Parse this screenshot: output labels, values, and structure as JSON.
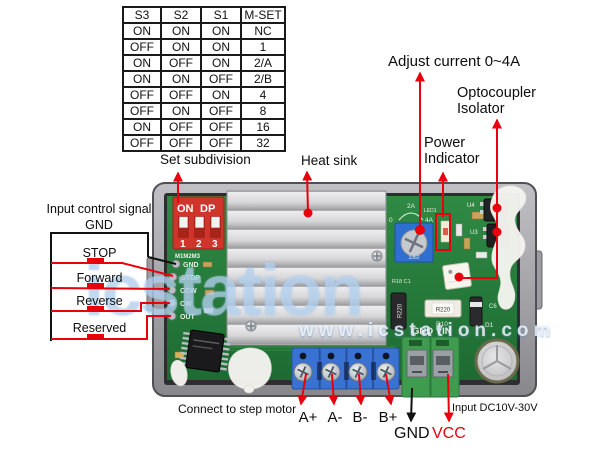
{
  "subdivision_table": {
    "headers": [
      "S3",
      "S2",
      "S1",
      "M-SET"
    ],
    "rows": [
      [
        "ON",
        "ON",
        "ON",
        "NC"
      ],
      [
        "OFF",
        "ON",
        "ON",
        "1"
      ],
      [
        "ON",
        "OFF",
        "ON",
        "2/A"
      ],
      [
        "ON",
        "ON",
        "OFF",
        "2/B"
      ],
      [
        "OFF",
        "OFF",
        "ON",
        "4"
      ],
      [
        "OFF",
        "ON",
        "OFF",
        "8"
      ],
      [
        "ON",
        "OFF",
        "OFF",
        "16"
      ],
      [
        "OFF",
        "OFF",
        "OFF",
        "32"
      ]
    ],
    "caption": "Set subdivision"
  },
  "callouts": {
    "heat_sink": "Heat sink",
    "adjust_current": "Adjust current 0~4A",
    "optocoupler_1": "Optocoupler",
    "optocoupler_2": "Isolator",
    "power_1": "Power",
    "power_2": "Indicator",
    "connect_motor": "Connect to step motor",
    "input_dc": "Input DC10V-30V",
    "gnd": "GND",
    "vcc": "VCC"
  },
  "control_box": {
    "title": "Input control signal",
    "subtitle": "GND",
    "switches": [
      "STOP",
      "Forward",
      "Reverse",
      "Reserved"
    ]
  },
  "motor_terminals": [
    "A+",
    "A-",
    "B-",
    "B+"
  ],
  "board": {
    "dip": {
      "on": "ON",
      "dp": "DP",
      "n1": "1",
      "n2": "2",
      "n3": "3",
      "label": "M1M2M3"
    },
    "pins": [
      "GND",
      "STOP",
      "CCW",
      "CW",
      "OUT"
    ],
    "silkscreen": {
      "gnd_vin": "GND VIN",
      "r220_black": "R220",
      "r220_marking": "R220",
      "r10": "R10",
      "d1": "D1",
      "u4": "U4",
      "u3": "U3",
      "c6": "C6",
      "r18c1": "R18 C1",
      "led1": "LED1",
      "pot_zero": "0",
      "pot_4a": "4A",
      "pot_2a": "2A",
      "pot_model": "3362"
    }
  },
  "watermark": {
    "big": "icstation",
    "url": "www.icstation.com"
  },
  "colors": {
    "annotation_red": "#e8000d",
    "pcb_green": "#2b8540",
    "dip_red": "#cf352b",
    "terminal_blue": "#3a72d4",
    "terminal_green": "#3f9c4e",
    "case_gray": "#a5a5a9"
  }
}
